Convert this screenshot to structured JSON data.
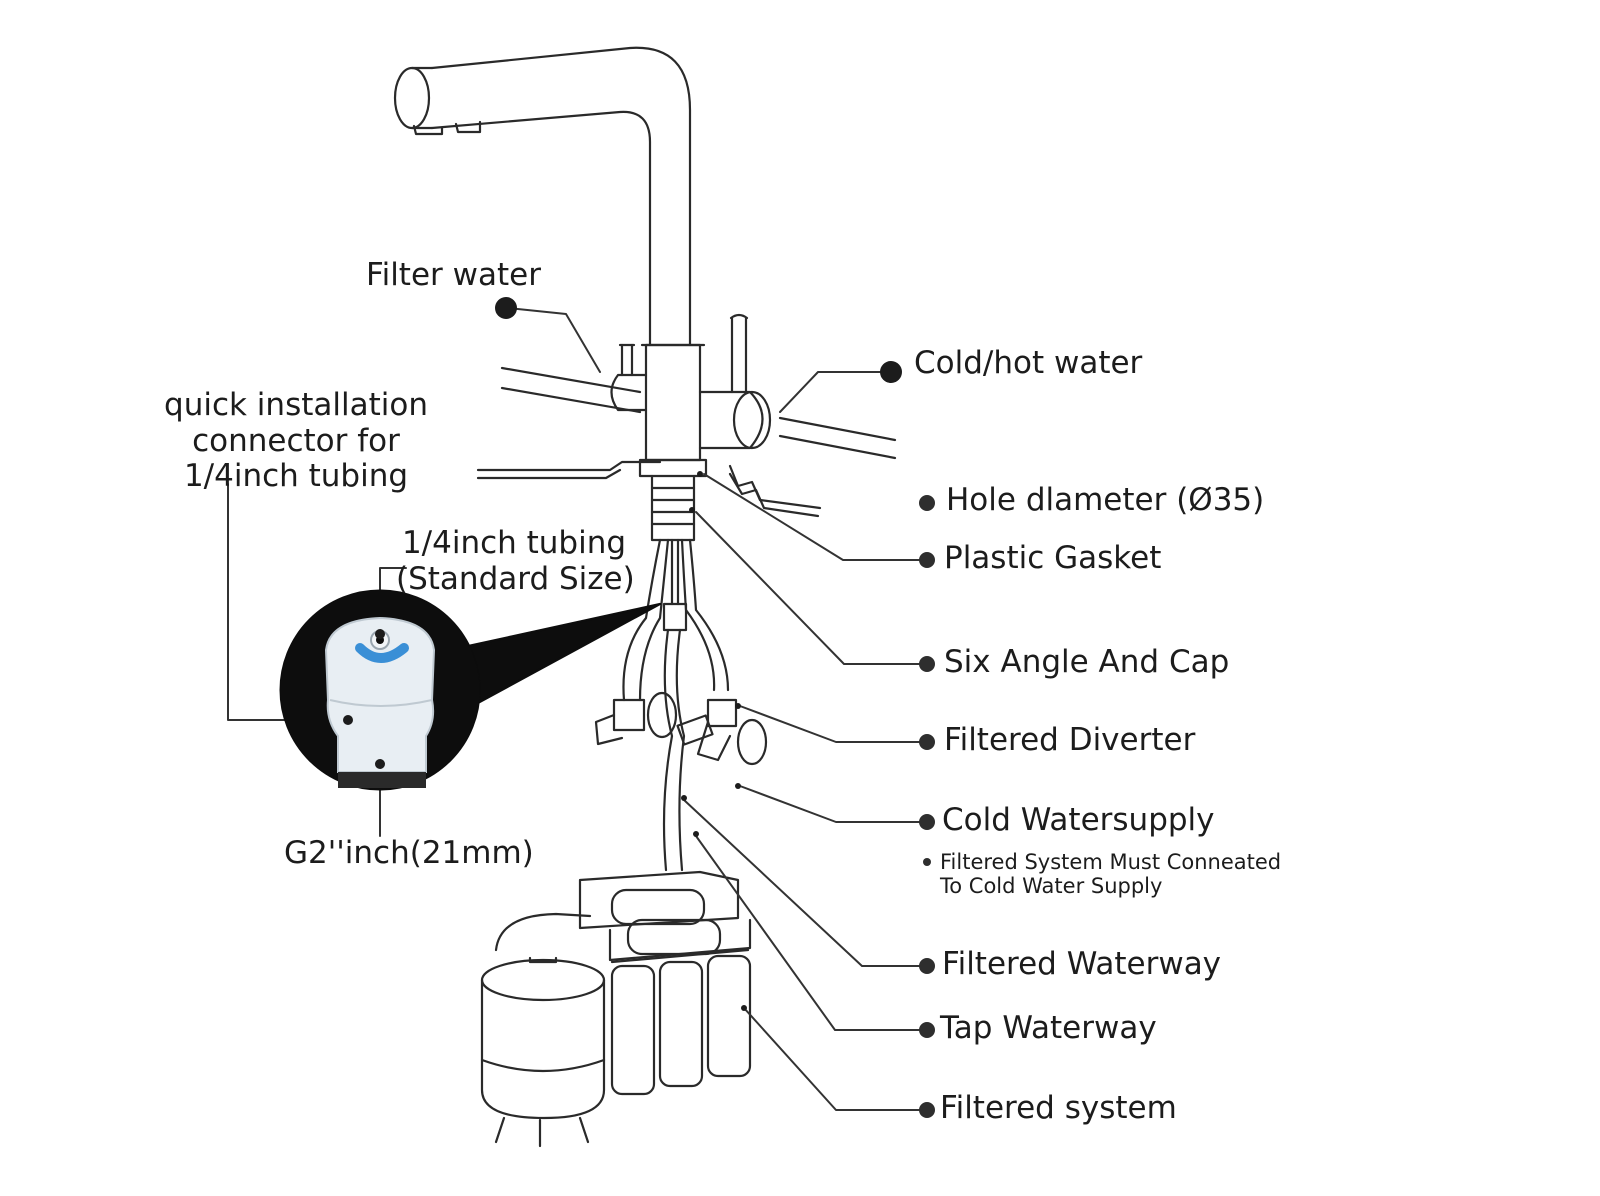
{
  "labels": {
    "filter_water": "Filter water",
    "cold_hot_water": "Cold/hot water",
    "quick_connector": "quick installation\nconnector for\n1/4inch tubing",
    "tubing": "1/4inch tubing\n(Standard Size)",
    "g2_inch": "G2''inch(21mm)",
    "hole_diameter": "Hole dlameter (Ø35)",
    "plastic_gasket": "Plastic Gasket",
    "six_angle": "Six Angle And Cap",
    "filtered_diverter": "Filtered Diverter",
    "cold_watersupply": "Cold Watersupply",
    "cold_note": "Filtered System Must Conneated\nTo Cold Water Supply",
    "filtered_waterway": "Filtered Waterway",
    "tap_waterway": "Tap Waterway",
    "filtered_system": "Filtered system"
  },
  "colors": {
    "ink": "#1c1c1c",
    "connector_ring": "#3a8fd6",
    "connector_bg": "#0d0d0d"
  }
}
